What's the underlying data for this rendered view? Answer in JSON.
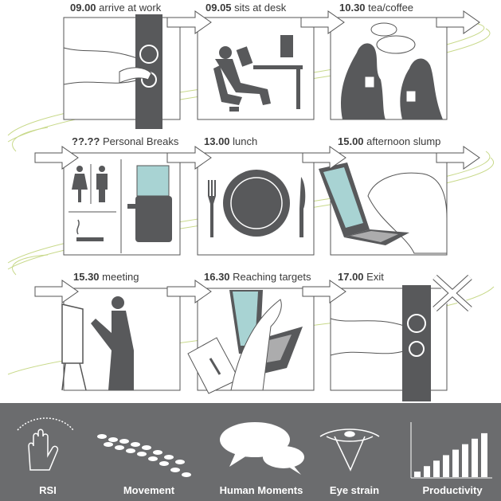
{
  "panels": [
    {
      "time": "09.00",
      "label": "arrive at work"
    },
    {
      "time": "09.05",
      "label": "sits at desk"
    },
    {
      "time": "10.30",
      "label": "tea/coffee"
    },
    {
      "time": "??.??",
      "label": "Personal Breaks"
    },
    {
      "time": "13.00",
      "label": "lunch"
    },
    {
      "time": "15.00",
      "label": "afternoon slump"
    },
    {
      "time": "15.30",
      "label": "meeting"
    },
    {
      "time": "16.30",
      "label": "Reaching targets"
    },
    {
      "time": "17.00",
      "label": "Exit"
    }
  ],
  "bottom_bar": {
    "items": [
      {
        "label": "RSI",
        "icon": "hand-icon"
      },
      {
        "label": "Movement",
        "icon": "footprints-icon"
      },
      {
        "label": "Human Moments",
        "icon": "speech-bubbles-icon"
      },
      {
        "label": "Eye strain",
        "icon": "eye-icon"
      },
      {
        "label": "Productivity",
        "icon": "bar-chart-icon"
      }
    ],
    "productivity_chart": {
      "type": "bar",
      "values": [
        1,
        2,
        3,
        4,
        5,
        6,
        7,
        8
      ],
      "ylim": [
        0,
        9
      ]
    }
  },
  "colors": {
    "bar_background": "#6b6c6e",
    "silhouette": "#58595b",
    "panel_border": "#555555",
    "wave_line": "#c8d98a",
    "screen_tint": "#a8d3d3"
  }
}
